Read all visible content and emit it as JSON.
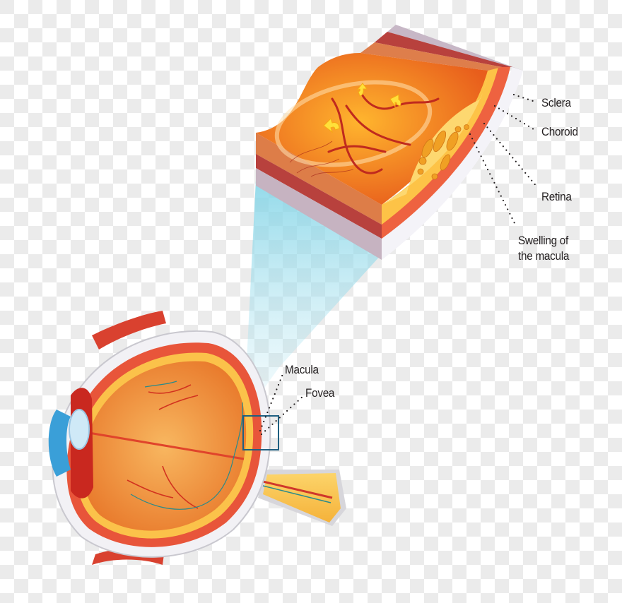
{
  "diagram": {
    "type": "anatomical-illustration",
    "subject": "Eye cross-section with magnified macular swelling detail",
    "colors": {
      "background_checker_light": "#ffffff",
      "background_checker_dark": "#ebebeb",
      "sclera": "#f2f1f5",
      "choroid": "#e8553a",
      "retina": "#fbc24a",
      "vitreous": "#f19a3a",
      "muscle": "#d9412f",
      "cornea": "#3a9fd8",
      "highlight_box": "#1f5f80",
      "beam": "#7fd3e6",
      "label_text": "#231f20"
    },
    "detail_labels": [
      {
        "id": "sclera",
        "text": "Sclera"
      },
      {
        "id": "choroid",
        "text": "Choroid"
      },
      {
        "id": "retina",
        "text": "Retina"
      },
      {
        "id": "swelling",
        "line1": "Swelling of",
        "line2": "the macula"
      }
    ],
    "eye_labels": [
      {
        "id": "macula",
        "text": "Macula"
      },
      {
        "id": "fovea",
        "text": "Fovea"
      }
    ]
  }
}
